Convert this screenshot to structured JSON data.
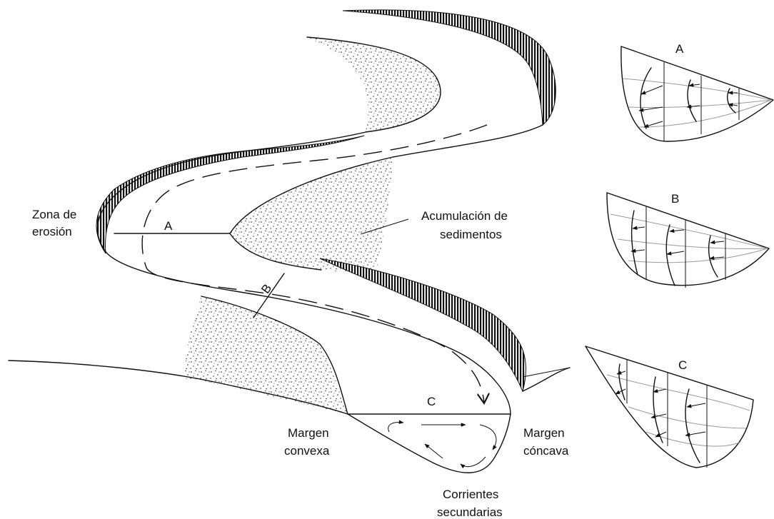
{
  "labels": {
    "zona_line1": "Zona de",
    "zona_line2": "erosión",
    "acum_line1": "Acumulación de",
    "acum_line2": "sedimentos",
    "convexa_line1": "Margen",
    "convexa_line2": "convexa",
    "concava_line1": "Margen",
    "concava_line2": "cóncava",
    "corr_line1": "Corrientes",
    "corr_line2": "secundarias"
  },
  "sections": {
    "a": "A",
    "b": "B",
    "c": "C"
  },
  "panels": {
    "a": "A",
    "b": "B",
    "c": "C"
  }
}
